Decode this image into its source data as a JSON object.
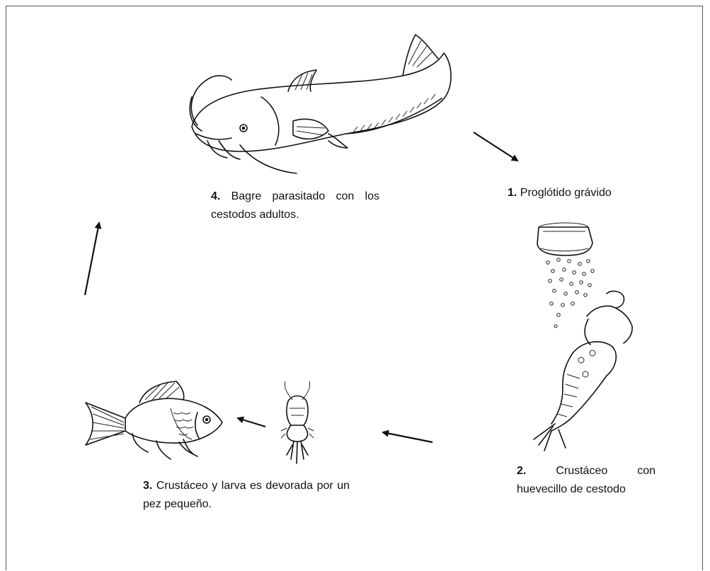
{
  "steps": [
    {
      "num": "1.",
      "text": "Proglótido grávido"
    },
    {
      "num": "2.",
      "text": "Crustáceo con huevecillo de cestodo"
    },
    {
      "num": "3.",
      "text": "Crustáceo y larva es devorada por un pez pequeño."
    },
    {
      "num": "4.",
      "text": "Bagre parasitado con los cestodos adultos."
    }
  ],
  "icons": [
    "catfish",
    "proglottid-with-eggs",
    "copepod-crustacean",
    "small-fish",
    "cycle-arrow"
  ]
}
